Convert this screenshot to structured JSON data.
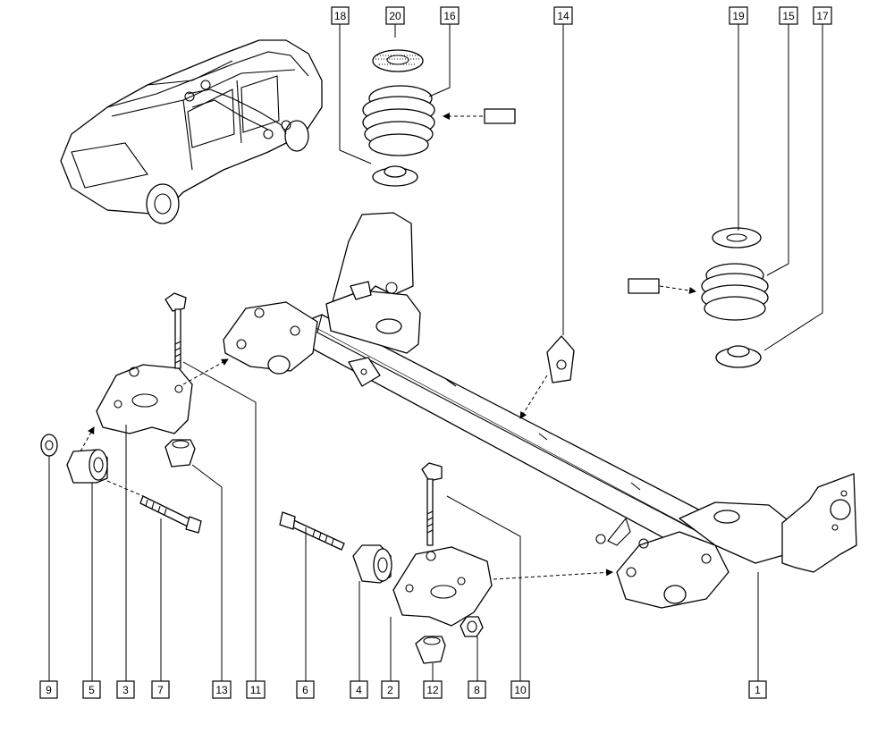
{
  "diagram": {
    "callouts": [
      {
        "id": "c1",
        "number": "1"
      },
      {
        "id": "c2",
        "number": "2"
      },
      {
        "id": "c3",
        "number": "3"
      },
      {
        "id": "c4",
        "number": "4"
      },
      {
        "id": "c5",
        "number": "5"
      },
      {
        "id": "c6",
        "number": "6"
      },
      {
        "id": "c7",
        "number": "7"
      },
      {
        "id": "c8",
        "number": "8"
      },
      {
        "id": "c9",
        "number": "9"
      },
      {
        "id": "c10",
        "number": "10"
      },
      {
        "id": "c11",
        "number": "11"
      },
      {
        "id": "c12",
        "number": "12"
      },
      {
        "id": "c13",
        "number": "13"
      },
      {
        "id": "c14",
        "number": "14"
      },
      {
        "id": "c15",
        "number": "15"
      },
      {
        "id": "c16",
        "number": "16"
      },
      {
        "id": "c17",
        "number": "17"
      },
      {
        "id": "c18",
        "number": "18"
      },
      {
        "id": "c19",
        "number": "19"
      },
      {
        "id": "c20",
        "number": "20"
      }
    ]
  }
}
